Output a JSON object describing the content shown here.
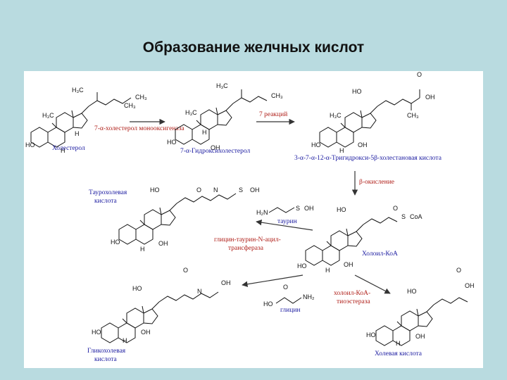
{
  "slide": {
    "title": "Образование желчных кислот"
  },
  "compounds": {
    "cholesterol": "Холестерол",
    "hydroxycholesterol": "7-α-Гидроксихолестерол",
    "trihydroxy_acid": "3-α-7-α-12-α-Тригидрокси-5β-холестановая кислота",
    "taurocholic": "Таурохолевая кислота",
    "cholyl_coa": "Холоил-КоА",
    "glycocholic": "Гликохолевая кислота",
    "cholic": "Холевая кислота",
    "taurine": "таурин",
    "glycine": "глицин"
  },
  "enzymes": {
    "hydroxylase": "7-α-холестерол монооксигеназа",
    "seven_reactions": "7 реакций",
    "beta_oxidation": "β-окисление",
    "transferase": "глицин-таурин-N-ацил-трансфераза",
    "thioesterase": "холоил-КоА-тиоэстераза"
  },
  "atoms": {
    "h3c": "H₃C",
    "ch3": "CH₃",
    "h": "H",
    "ho": "HO",
    "oh": "OH",
    "o": "O",
    "n_h": "N",
    "s": "S",
    "h2n": "H₂N",
    "nh2": "NH₂",
    "coa": "CoA"
  }
}
